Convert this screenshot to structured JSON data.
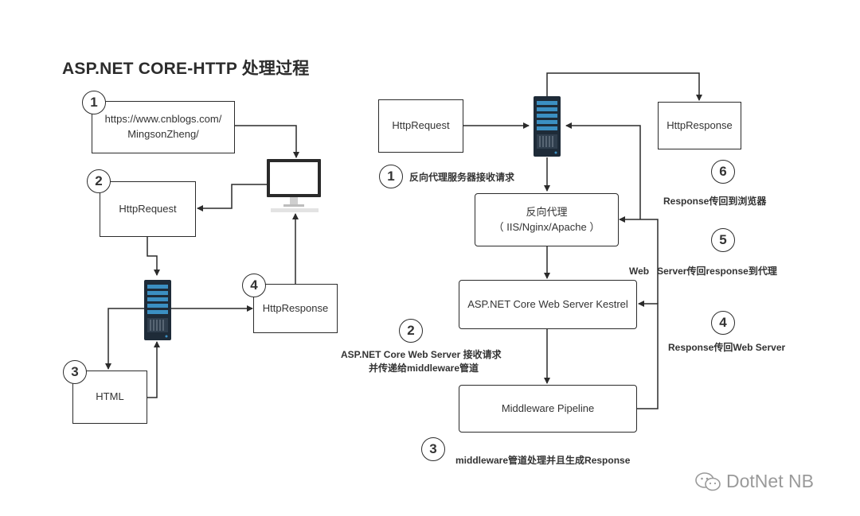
{
  "title": "ASP.NET CORE-HTTP 处理过程",
  "left": {
    "url_box": {
      "line1": "https://www.cnblogs.com/",
      "line2": "MingsonZheng/"
    },
    "request_box": "HttpRequest",
    "html_box": "HTML",
    "response_box": "HttpResponse",
    "steps": [
      "1",
      "2",
      "3",
      "4"
    ]
  },
  "right": {
    "request_box": "HttpRequest",
    "response_box": "HttpResponse",
    "proxy_box": {
      "line1": "反向代理",
      "line2": "（ IIS/Nginx/Apache ）"
    },
    "kestrel_box": "ASP.NET Core Web Server Kestrel",
    "pipeline_box": "Middleware Pipeline",
    "steps": [
      {
        "num": "1",
        "text": "反向代理服务器接收请求"
      },
      {
        "num": "2",
        "line1": "ASP.NET Core Web Server 接收请求",
        "line2": "并传递给middleware管道"
      },
      {
        "num": "3",
        "text": "middleware管道处理并且生成Response"
      },
      {
        "num": "4",
        "text": "Response传回Web Server"
      },
      {
        "num": "5",
        "text": "Web   Server传回response到代理"
      },
      {
        "num": "6",
        "text": "Response传回到浏览器"
      }
    ]
  },
  "watermark": "DotNet NB",
  "colors": {
    "line": "#2b2b2b",
    "server_body": "#1e2b38",
    "server_slot": "#3b8fc2"
  }
}
